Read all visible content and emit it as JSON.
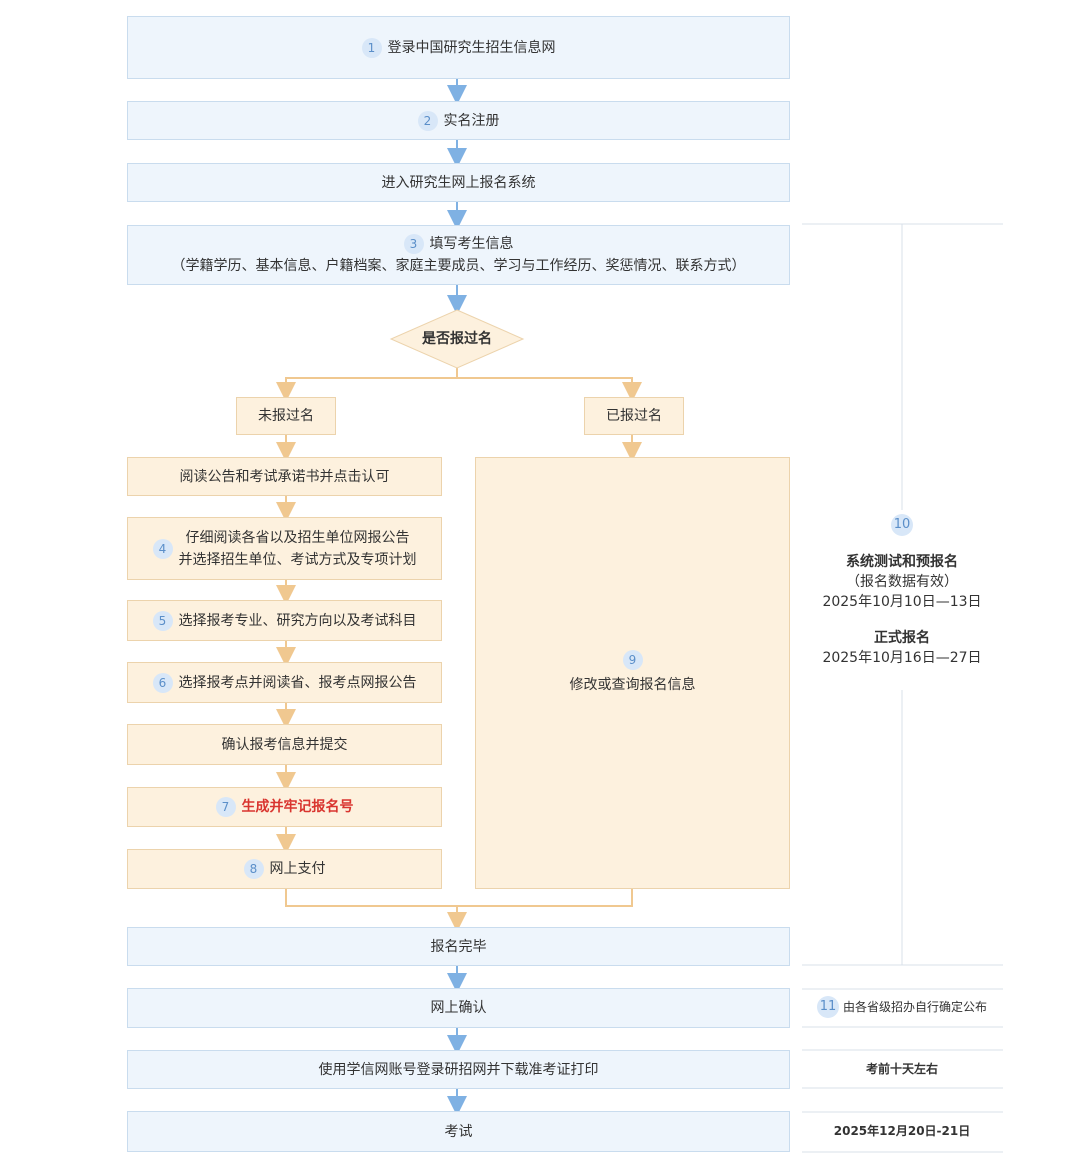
{
  "steps": {
    "s1": {
      "num": "1",
      "label": "登录中国研究生招生信息网"
    },
    "s2": {
      "num": "2",
      "label": "实名注册"
    },
    "enter": {
      "label": "进入研究生网上报名系统"
    },
    "s3": {
      "num": "3",
      "label": "填写考生信息",
      "sub": "（学籍学历、基本信息、户籍档案、家庭主要成员、学习与工作经历、奖惩情况、联系方式）"
    },
    "decision": {
      "label": "是否报过名"
    },
    "no": {
      "label": "未报过名"
    },
    "yes": {
      "label": "已报过名"
    },
    "read": {
      "label": "阅读公告和考试承诺书并点击认可"
    },
    "s4": {
      "num": "4",
      "line1": "仔细阅读各省以及招生单位网报公告",
      "line2": "并选择招生单位、考试方式及专项计划"
    },
    "s5": {
      "num": "5",
      "label": "选择报考专业、研究方向以及考试科目"
    },
    "s6": {
      "num": "6",
      "label": "选择报考点并阅读省、报考点网报公告"
    },
    "confirm_submit": {
      "label": "确认报考信息并提交"
    },
    "s7": {
      "num": "7",
      "label": "生成并牢记报名号"
    },
    "s8": {
      "num": "8",
      "label": "网上支付"
    },
    "s9": {
      "num": "9",
      "label": "修改或查询报名信息"
    },
    "done": {
      "label": "报名完毕"
    },
    "online_confirm": {
      "label": "网上确认"
    },
    "print": {
      "label": "使用学信网账号登录研招网并下载准考证打印"
    },
    "exam": {
      "label": "考试"
    }
  },
  "side": {
    "s10": {
      "num": "10",
      "pre_title": "系统测试和预报名",
      "pre_note": "（报名数据有效）",
      "pre_date": "2025年10月10日—13日",
      "formal_title": "正式报名",
      "formal_date": "2025年10月16日—27日"
    },
    "s11": {
      "num": "11",
      "label": "由各省级招办自行确定公布"
    },
    "print_time": "考前十天左右",
    "exam_date": "2025年12月20日-21日"
  },
  "colors": {
    "blue_fill": "#eef5fc",
    "orange_fill": "#fdf1de",
    "blue_arrow": "#7fb1e3",
    "orange_arrow": "#f0c890",
    "highlight_red": "#d9352f"
  }
}
